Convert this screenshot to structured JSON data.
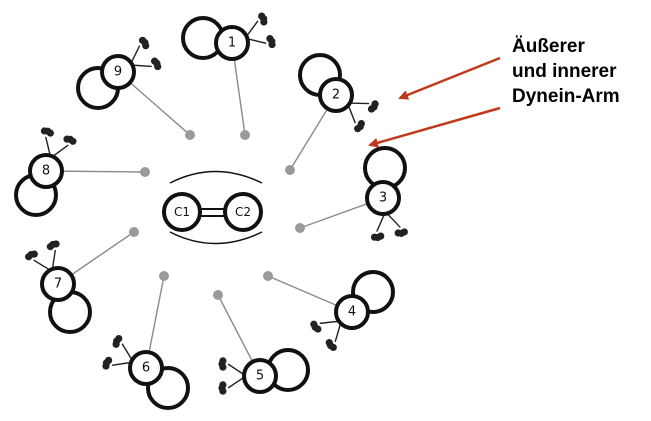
{
  "annotation": {
    "lines": [
      "Äußerer",
      "und innerer",
      "Dynein-Arm"
    ],
    "arrow_color": "#c0391b"
  },
  "central_pair": {
    "labels": [
      "C1",
      "C2"
    ]
  },
  "doublets": [
    {
      "label": "1"
    },
    {
      "label": "2"
    },
    {
      "label": "3"
    },
    {
      "label": "4"
    },
    {
      "label": "5"
    },
    {
      "label": "6"
    },
    {
      "label": "7"
    },
    {
      "label": "8"
    },
    {
      "label": "9"
    }
  ],
  "colors": {
    "outline": "#111111",
    "spoke": "#8a8a8a",
    "spoke_head": "#9a9a9a",
    "arm": "#222222"
  }
}
